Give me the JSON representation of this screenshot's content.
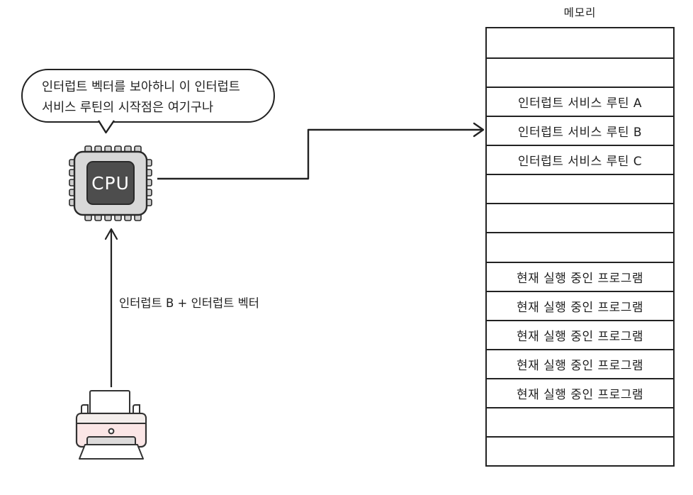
{
  "speech_bubble": {
    "line1": "인터럽트 벡터를 보아하니 이 인터럽트",
    "line2": "서비스 루틴의 시작점은 여기구나"
  },
  "cpu": {
    "label": "CPU"
  },
  "interrupt_arrow": {
    "label": "인터럽트 B + 인터럽트 벡터"
  },
  "memory": {
    "title": "메모리",
    "rows": [
      {
        "label": ""
      },
      {
        "label": ""
      },
      {
        "label": "인터럽트 서비스 루틴 A"
      },
      {
        "label": "인터럽트 서비스 루틴 B"
      },
      {
        "label": "인터럽트 서비스 루틴 C"
      },
      {
        "label": ""
      },
      {
        "label": ""
      },
      {
        "label": ""
      },
      {
        "label": "현재 실행 중인 프로그램"
      },
      {
        "label": "현재 실행 중인 프로그램"
      },
      {
        "label": "현재 실행 중인 프로그램"
      },
      {
        "label": "현재 실행 중인 프로그램"
      },
      {
        "label": "현재 실행 중인 프로그램"
      },
      {
        "label": ""
      },
      {
        "label": ""
      }
    ]
  },
  "colors": {
    "line": "#222222",
    "cpu_body": "#d8d8d8",
    "cpu_core": "#4d4d4d",
    "cpu_text": "#ffffff",
    "cpu_pin": "#cfcfcf",
    "printer_body": "#fbe6e6",
    "printer_top": "#f4eeec",
    "printer_slot": "#dcdada",
    "paper": "#ffffff"
  }
}
